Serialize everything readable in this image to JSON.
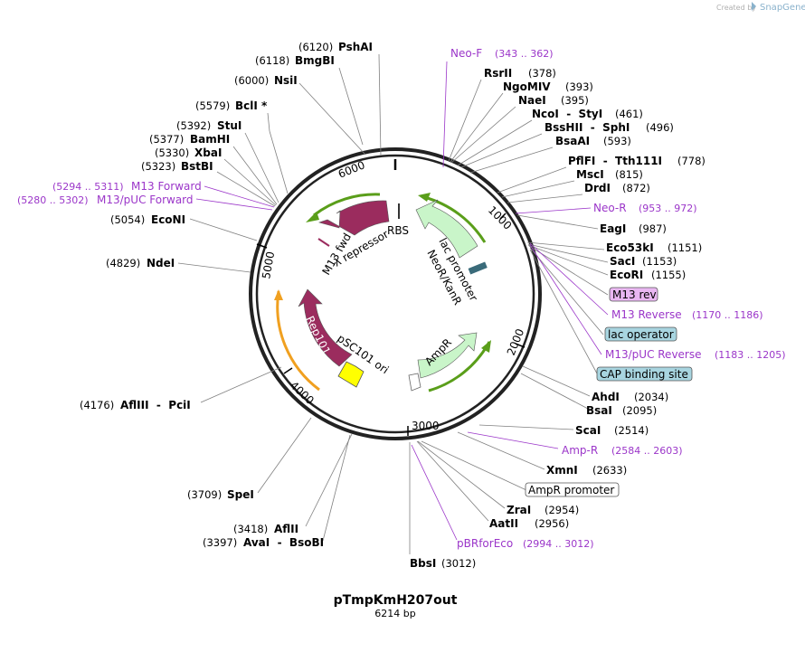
{
  "brand": {
    "created_by": "Created by",
    "name": "SnapGene"
  },
  "plasmid": {
    "name": "pTmpKmH207out",
    "length": "6214 bp"
  },
  "ticks": [
    "1000",
    "2000",
    "3000",
    "4000",
    "5000",
    "6000"
  ],
  "enzymes": [
    {
      "name": "PshAI",
      "pos": "(6120)"
    },
    {
      "name": "BmgBI",
      "pos": "(6118)"
    },
    {
      "name": "NsiI",
      "pos": "(6000)"
    },
    {
      "name": "BclI *",
      "pos": "(5579)"
    },
    {
      "name": "StuI",
      "pos": "(5392)"
    },
    {
      "name": "BamHI",
      "pos": "(5377)"
    },
    {
      "name": "XbaI",
      "pos": "(5330)"
    },
    {
      "name": "BstBI",
      "pos": "(5323)"
    },
    {
      "name": "EcoNI",
      "pos": "(5054)"
    },
    {
      "name": "NdeI",
      "pos": "(4829)"
    },
    {
      "name": "AflIII  -  PciI",
      "pos": "(4176)"
    },
    {
      "name": "SpeI",
      "pos": "(3709)"
    },
    {
      "name": "AflII",
      "pos": "(3418)"
    },
    {
      "name": "AvaI  -  BsoBI",
      "pos": "(3397)"
    },
    {
      "name": "BbsI",
      "pos": "(3012)"
    },
    {
      "name": "RsrII",
      "pos": "(378)"
    },
    {
      "name": "NgoMIV",
      "pos": "(393)"
    },
    {
      "name": "NaeI",
      "pos": "(395)"
    },
    {
      "name": "NcoI  -  StyI",
      "pos": "(461)"
    },
    {
      "name": "BssHII  -  SphI",
      "pos": "(496)"
    },
    {
      "name": "BsaAI",
      "pos": "(593)"
    },
    {
      "name": "PflFI  -  Tth111I",
      "pos": "(778)"
    },
    {
      "name": "MscI",
      "pos": "(815)"
    },
    {
      "name": "DrdI",
      "pos": "(872)"
    },
    {
      "name": "EagI",
      "pos": "(987)"
    },
    {
      "name": "Eco53kI",
      "pos": "(1151)"
    },
    {
      "name": "SacI",
      "pos": "(1153)"
    },
    {
      "name": "EcoRI",
      "pos": "(1155)"
    },
    {
      "name": "AhdI",
      "pos": "(2034)"
    },
    {
      "name": "BsaI",
      "pos": "(2095)"
    },
    {
      "name": "ScaI",
      "pos": "(2514)"
    },
    {
      "name": "XmnI",
      "pos": "(2633)"
    },
    {
      "name": "ZraI",
      "pos": "(2954)"
    },
    {
      "name": "AatII",
      "pos": "(2956)"
    }
  ],
  "primers": [
    {
      "name": "Neo-F",
      "pos": "(343 .. 362)"
    },
    {
      "name": "Neo-R",
      "pos": "(953 .. 972)"
    },
    {
      "name": "M13 Reverse",
      "pos": "(1170 .. 1186)"
    },
    {
      "name": "M13/pUC Reverse",
      "pos": "(1183 .. 1205)"
    },
    {
      "name": "Amp-R",
      "pos": "(2584 .. 2603)"
    },
    {
      "name": "pBRforEco",
      "pos": "(2994 .. 3012)"
    },
    {
      "name": "M13 Forward",
      "pos": "(5294 .. 5311)"
    },
    {
      "name": "M13/pUC Forward",
      "pos": "(5280 .. 5302)"
    }
  ],
  "boxed_features": [
    {
      "name": "M13 rev",
      "color": "#e9b7f2"
    },
    {
      "name": "lac operator",
      "color": "#a8d5e0"
    },
    {
      "name": "CAP binding site",
      "color": "#a8d5e0"
    },
    {
      "name": "AmpR promoter",
      "color": "#ffffff"
    }
  ],
  "features": [
    {
      "name": "RBS"
    },
    {
      "name": "λ repressor"
    },
    {
      "name": "M13 fwd"
    },
    {
      "name": "lac promoter"
    },
    {
      "name": "NeoR/KanR"
    },
    {
      "name": "AmpR"
    },
    {
      "name": "pSC101 ori"
    },
    {
      "name": "Rep101"
    }
  ],
  "colors": {
    "backbone": "#222222",
    "enzyme_text": "#000000",
    "primer": "#9b36c9",
    "lambda_repressor": "#9b2c5e",
    "neo_kan": "#c9f5c9",
    "amp": "#c9f5c9",
    "rep101": "#9b2c5e",
    "ori": "#ffff00",
    "orf_green": "#5a9e1a",
    "orf_orange": "#f0a020"
  }
}
